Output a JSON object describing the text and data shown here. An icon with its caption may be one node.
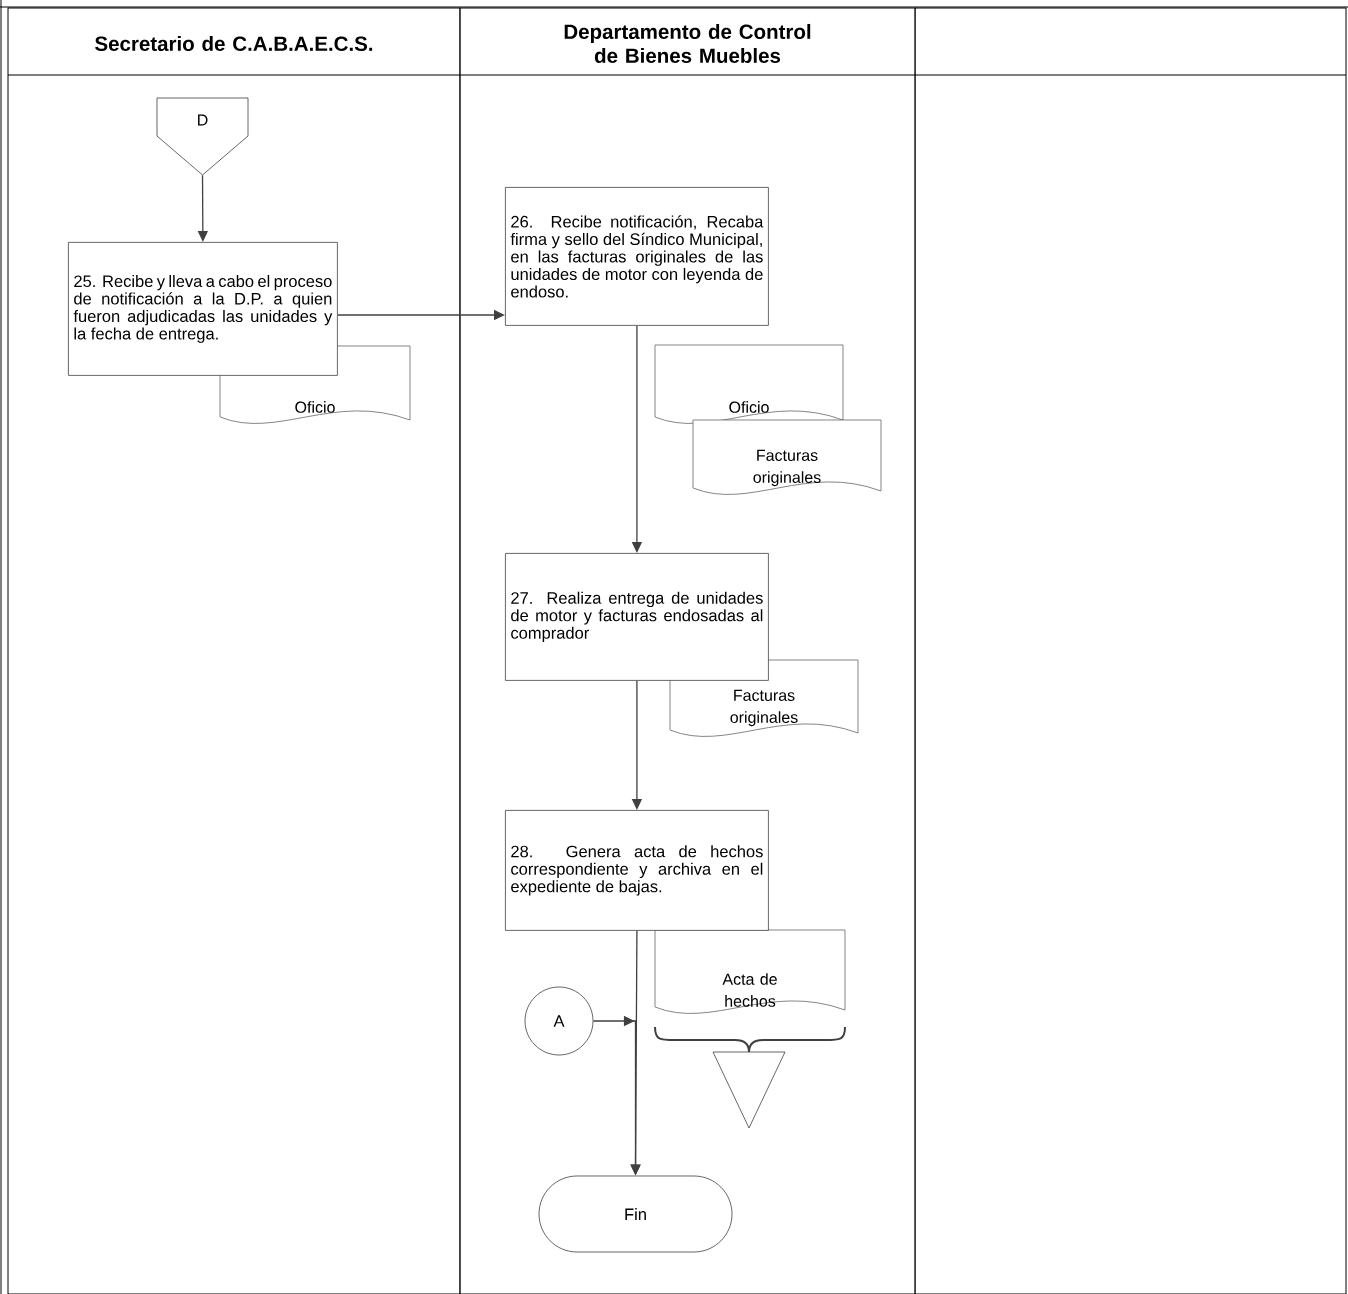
{
  "diagram": {
    "nodes": [
      {
        "text": [
          "Secretario de C.A.B.A.E.C.S."
        ]
      },
      {
        "text": [
          "Departamento de Control de Bienes Muebles"
        ]
      },
      {
        "text": [],
        "shape": "box"
      },
      {
        "text": [
          "D"
        ],
        "in": 0
      },
      {
        "text": [
          "25. Recibe y lleva a cabo el proceso de notificación a la D.P. a quien fueron adjudicadas las unidades y la fecha de entrega."
        ],
        "in": 0
      },
      {
        "text": [
          "Oficio"
        ],
        "in": 0
      },
      {
        "text": [
          "26. Recibe notificación, Recaba firma y sello del Síndico Municipal, en las facturas originales de las unidades de motor con leyenda de endoso."
        ],
        "in": 1
      },
      {
        "text": [
          "Oficio"
        ],
        "in": 1
      },
      {
        "text": [
          "Facturas originales"
        ],
        "in": 1
      },
      {
        "text": [
          "27. Realiza entrega de unidades de motor y facturas endosadas al comprador"
        ],
        "in": 1
      },
      {
        "text": [
          "Facturas originales"
        ],
        "in": 1
      },
      {
        "text": [
          "28. Genera acta de hechos correspondiente y archiva en el expediente de bajas."
        ],
        "in": 1
      },
      {
        "text": [
          "Acta de hechos"
        ],
        "in": 1
      },
      {
        "text": [],
        "shape": "triangle",
        "in": 1
      },
      {
        "text": [
          "A"
        ],
        "in": 1
      },
      {
        "text": [
          "Fin"
        ],
        "in": 1
      }
    ],
    "edges": [
      {
        "from": 3,
        "to": 4,
        "arrow": "to"
      },
      {
        "from": 4,
        "to": 6,
        "arrow": "to"
      },
      {
        "from": 6,
        "to": 9,
        "arrow": "to"
      },
      {
        "from": 9,
        "to": 11,
        "arrow": "to"
      },
      {
        "from": 11,
        "to": 15,
        "arrow": "to"
      },
      {
        "from": 14,
        "to": 15,
        "arrow": "to"
      }
    ]
  }
}
